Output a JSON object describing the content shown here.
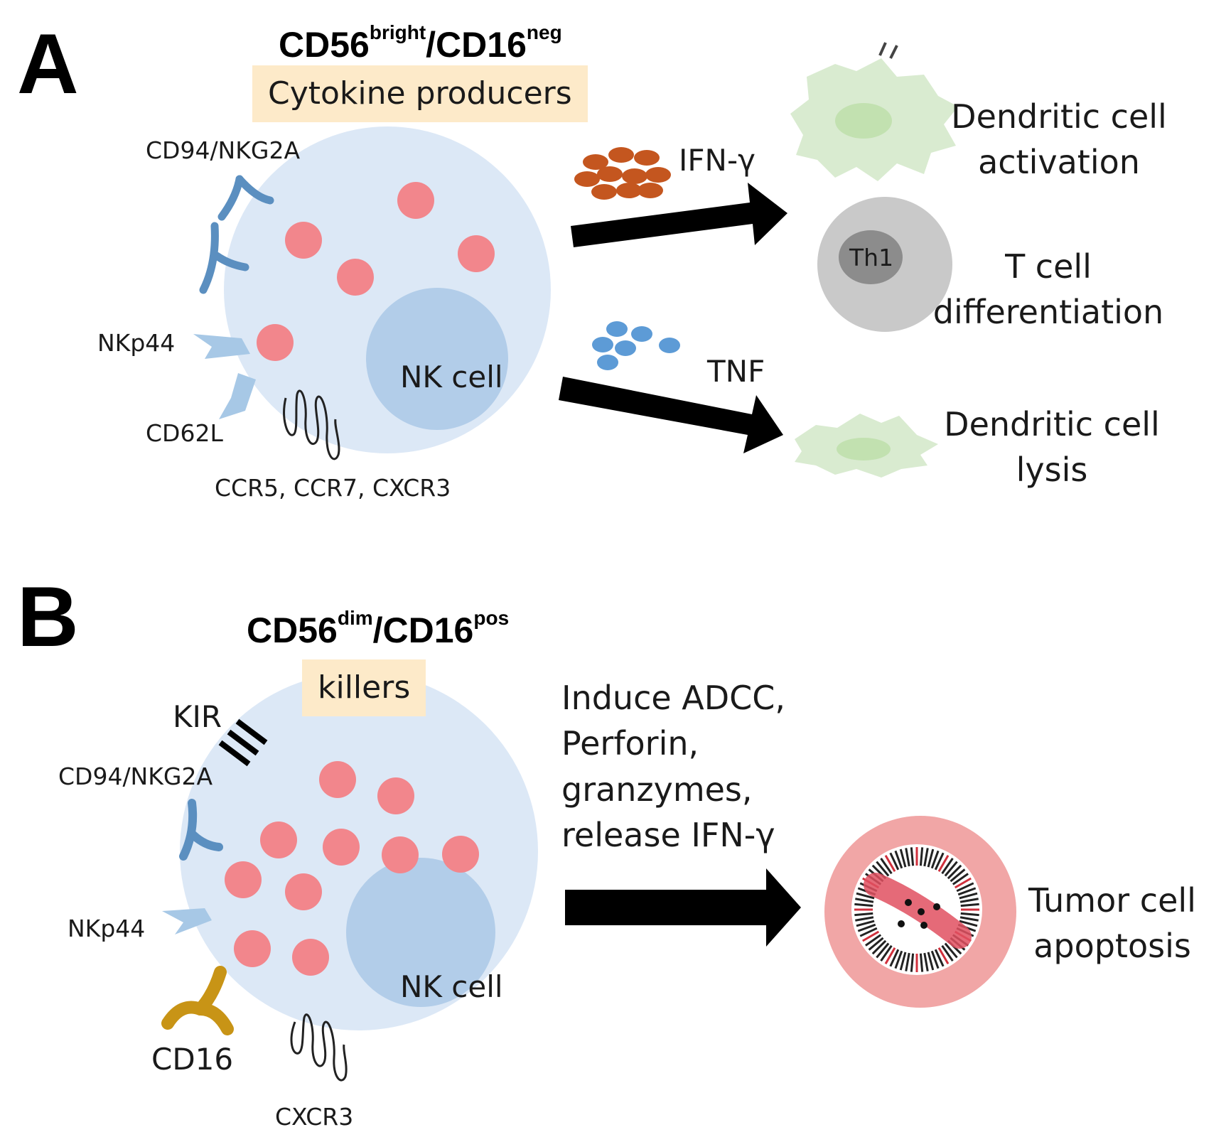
{
  "panel_a": {
    "letter": "A",
    "subtype": {
      "marker1": "CD56",
      "state1": "bright",
      "marker2": "/CD16",
      "state2": "neg"
    },
    "role": "Cytokine producers",
    "cell_label": "NK cell",
    "receptors": {
      "cd94": "CD94/NKG2A",
      "nkp44": "NKp44",
      "cd62l": "CD62L",
      "chemokine": "CCR5, CCR7, CXCR3"
    },
    "cytokine_1": "IFN-γ",
    "cytokine_2": "TNF",
    "outcome_1": [
      "Dendritic cell",
      "activation"
    ],
    "th1": "Th1",
    "outcome_2": [
      "T cell",
      "differentiation"
    ],
    "outcome_3": [
      "Dendritic cell",
      "lysis"
    ]
  },
  "panel_b": {
    "letter": "B",
    "subtype": {
      "marker1": "CD56",
      "state1": "dim",
      "marker2": "/CD16",
      "state2": "pos"
    },
    "role": "killers",
    "cell_label": "NK cell",
    "receptors": {
      "kir": "KIR",
      "cd94": "CD94/NKG2A",
      "nkp44": "NKp44",
      "cd16": "CD16",
      "chemokine": "CXCR3"
    },
    "mechanism": [
      "Induce ADCC,",
      "Perforin,",
      "granzymes,",
      "release IFN-γ"
    ],
    "outcome": [
      "Tumor cell",
      "apoptosis"
    ]
  },
  "colors": {
    "nk_cell": "#dce8f6",
    "nucleus": "#b2cde9",
    "granule": "#f2868c",
    "receptor_blue": "#5b8fc0",
    "receptor_light": "#a7c8e6",
    "cd16_gold": "#c89416",
    "ifn_granule": "#c4561f",
    "tnf_granule": "#5d9bd6",
    "dendritic_cell": "#d9ebd0",
    "t_cell": "#c9c9c9",
    "th1_nucleus": "#8c8c8c",
    "tumor_cell": "#f1a6a6",
    "role_box": "#fdeac9",
    "arrow": "#000000"
  }
}
